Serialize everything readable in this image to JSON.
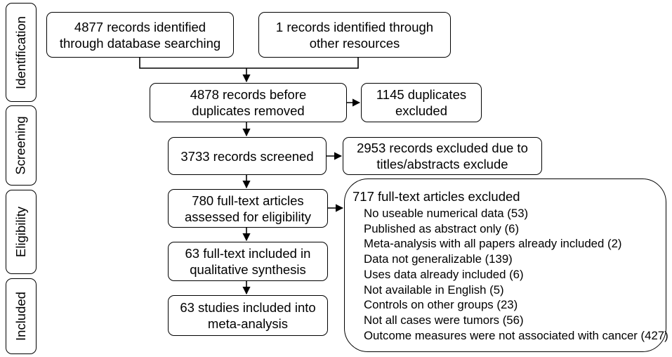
{
  "stages": {
    "identification": "Identification",
    "screening": "Screening",
    "eligibility": "Eligibility",
    "included": "Included"
  },
  "boxes": {
    "db_search": [
      "4877 records identified",
      "through database searching"
    ],
    "other_sources": [
      "1 records identified through",
      "other resources"
    ],
    "before_dupes": [
      "4878 records before",
      "duplicates removed"
    ],
    "duplicates_excluded": [
      "1145 duplicates",
      "excluded"
    ],
    "screened": [
      "3733 records screened"
    ],
    "title_excluded": [
      "2953 records excluded due to",
      "titles/abstracts exclude"
    ],
    "full_text": [
      "780 full-text articles",
      "assessed for eligibility"
    ],
    "qualitative": [
      "63 full-text included in",
      "qualitative synthesis"
    ],
    "meta_analysis": [
      "63 studies included into",
      "meta-analysis"
    ]
  },
  "exclusions": {
    "title": "717 full-text articles excluded",
    "reasons": [
      "No useable numerical data (53)",
      "Published as abstract only (6)",
      "Meta-analysis with all papers already included (2)",
      "Data not generalizable (139)",
      "Uses data already included (6)",
      "Not available in English (5)",
      "Controls on other groups (23)",
      "Not all cases were tumors (56)",
      "Outcome measures were not associated with cancer (427)"
    ]
  }
}
